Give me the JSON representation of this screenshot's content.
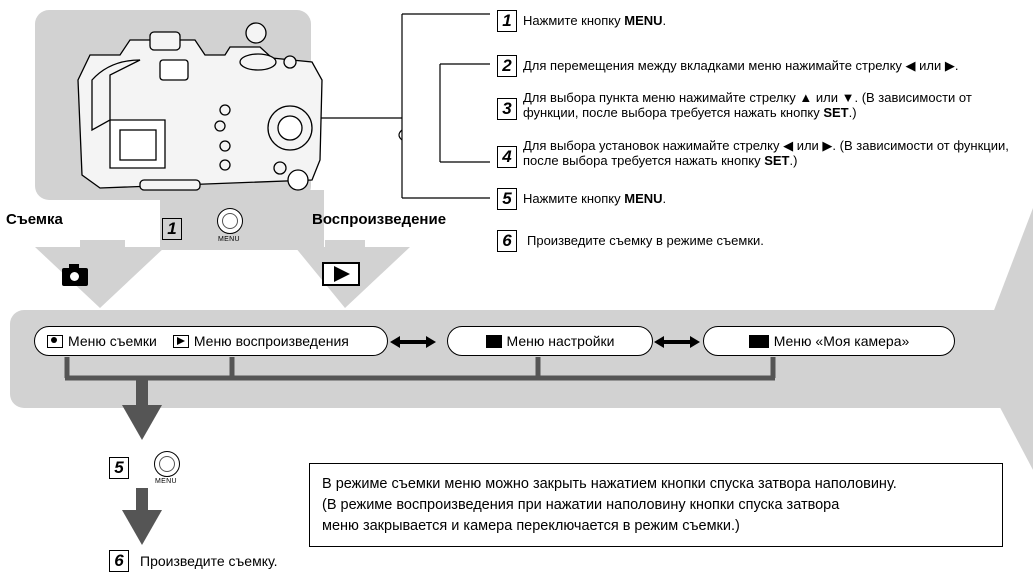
{
  "labels": {
    "shooting": "Съемка",
    "playback": "Воспроизведение"
  },
  "steps": [
    {
      "num": "1",
      "pre": "Нажмите кнопку ",
      "bold": "MENU",
      "post": "."
    },
    {
      "num": "2",
      "pre": "Для перемещения между вкладками меню нажимайте стрелку ◀ или ▶.",
      "bold": "",
      "post": ""
    },
    {
      "num": "3",
      "pre": "Для выбора пункта меню нажимайте стрелку ▲ или ▼. (В зависимости от функции, после выбора требуется нажать кнопку ",
      "bold": "SET",
      "post": ".)"
    },
    {
      "num": "4",
      "pre": "Для выбора установок нажимайте стрелку ◀ или ▶. (В зависимости от функции, после выбора требуется нажать кнопку ",
      "bold": "SET",
      "post": ".)"
    },
    {
      "num": "5",
      "pre": "Нажмите кнопку ",
      "bold": "MENU",
      "post": "."
    },
    {
      "num": "6",
      "pre": "Произведите съемку в режиме съемки.",
      "bold": "",
      "post": ""
    }
  ],
  "menu_button_label": "MENU",
  "center_step_num": "1",
  "menus": {
    "shooting": "Меню съемки",
    "playback": "Меню воспроизведения",
    "setup": "Меню настройки",
    "mycamera": "Меню «Моя камера»"
  },
  "bottom_steps": {
    "step5_num": "5",
    "step6_num": "6",
    "step6_text": "Произведите съемку."
  },
  "note": {
    "line1": "В режиме съемки меню можно закрыть нажатием кнопки спуска затвора наполовину.",
    "line2": "(В режиме воспроизведения при нажатии наполовину кнопки спуска затвора",
    "line3": "меню закрывается и камера переключается в режим съемки.)"
  },
  "colors": {
    "panel": "#d2d2d2",
    "arrow": "#555555"
  }
}
